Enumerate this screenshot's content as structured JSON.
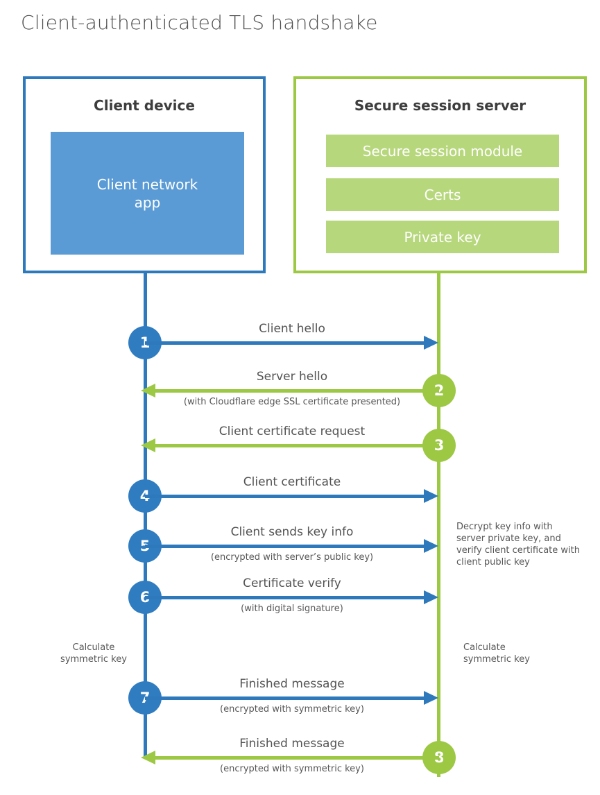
{
  "title": "Client-authenticated TLS handshake",
  "colors": {
    "blue": "#2e79bc",
    "blue_fill": "#5b9bd5",
    "green": "#9cc843",
    "green_fill": "#b7d77c",
    "text": "#565656",
    "heading": "#3d3d3d"
  },
  "client_box": {
    "title": "Client device",
    "app_label": "Client network app"
  },
  "server_box": {
    "title": "Secure session server",
    "modules": [
      "Secure session module",
      "Certs",
      "Private key"
    ]
  },
  "steps": [
    {
      "num": "1",
      "from": "client",
      "to": "server",
      "direction": "right",
      "color": "blue",
      "label": "Client hello",
      "sub": ""
    },
    {
      "num": "2",
      "from": "server",
      "to": "client",
      "direction": "left",
      "color": "green",
      "label": "Server hello",
      "sub": "(with Cloudflare edge SSL certificate presented)"
    },
    {
      "num": "3",
      "from": "server",
      "to": "client",
      "direction": "left",
      "color": "green",
      "label": "Client certificate request",
      "sub": ""
    },
    {
      "num": "4",
      "from": "client",
      "to": "server",
      "direction": "right",
      "color": "blue",
      "label": "Client certificate",
      "sub": ""
    },
    {
      "num": "5",
      "from": "client",
      "to": "server",
      "direction": "right",
      "color": "blue",
      "label": "Client sends key info",
      "sub": "(encrypted with server’s public key)"
    },
    {
      "num": "6",
      "from": "client",
      "to": "server",
      "direction": "right",
      "color": "blue",
      "label": "Certificate verify",
      "sub": "(with digital signature)"
    },
    {
      "num": "7",
      "from": "client",
      "to": "server",
      "direction": "right",
      "color": "blue",
      "label": "Finished message",
      "sub": "(encrypted with symmetric key)"
    },
    {
      "num": "8",
      "from": "server",
      "to": "client",
      "direction": "left",
      "color": "green",
      "label": "Finished message",
      "sub": "(encrypted with symmetric key)"
    }
  ],
  "annotations": {
    "decrypt_note": "Decrypt key info with server private key, and verify client certificate with client public key",
    "calc_left": "Calculate symmetric key",
    "calc_right": "Calculate symmetric key"
  }
}
